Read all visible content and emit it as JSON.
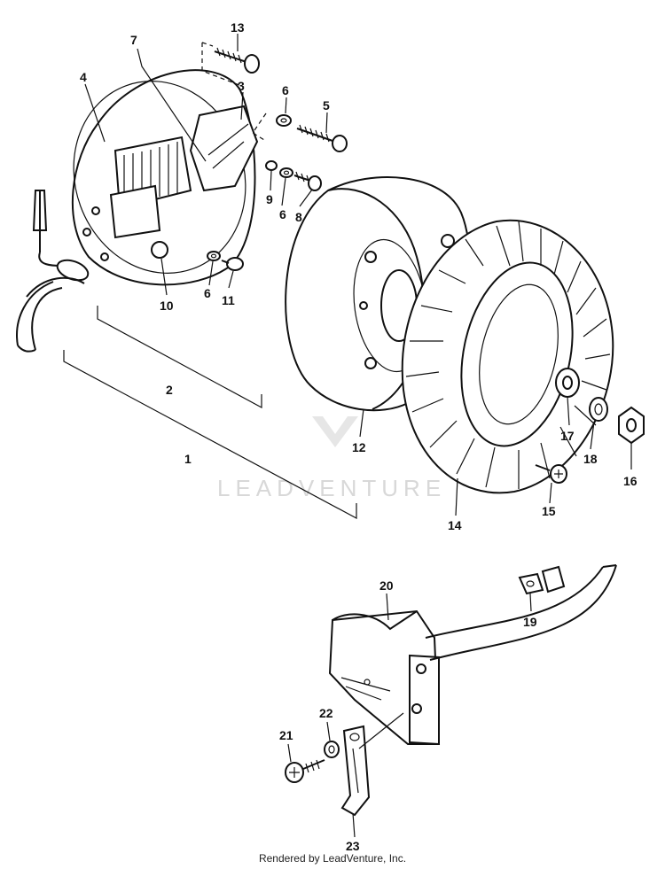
{
  "callouts": {
    "c1": "1",
    "c2": "2",
    "c3": "3",
    "c4": "4",
    "c5": "5",
    "c6a": "6",
    "c6b": "6",
    "c6c": "6",
    "c7": "7",
    "c8": "8",
    "c9": "9",
    "c10": "10",
    "c11": "11",
    "c12": "12",
    "c13": "13",
    "c14": "14",
    "c15": "15",
    "c16": "16",
    "c17": "17",
    "c18": "18",
    "c19": "19",
    "c20": "20",
    "c21": "21",
    "c22": "22",
    "c23": "23"
  },
  "watermark": "LEADVENTURE",
  "footer": "Rendered by LeadVenture, Inc."
}
